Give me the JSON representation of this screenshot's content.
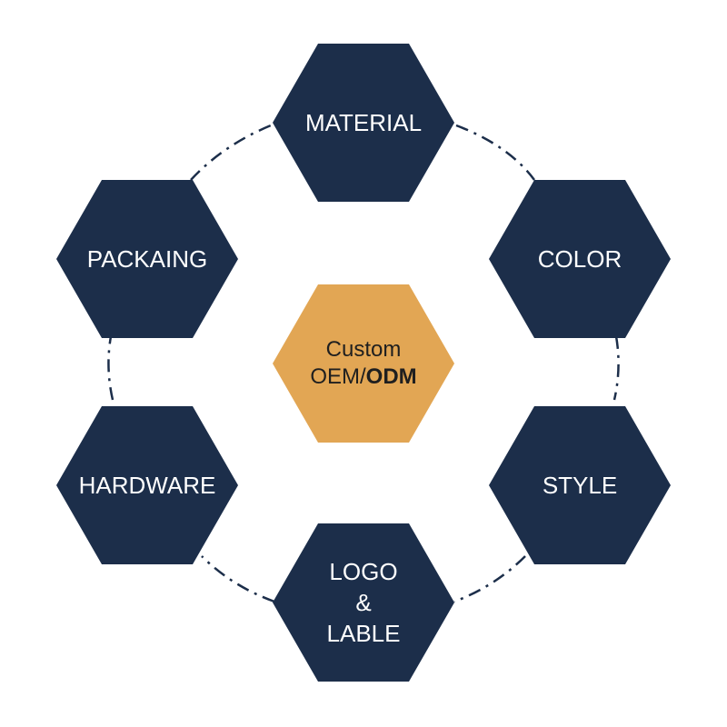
{
  "diagram": {
    "center": {
      "line1": "Custom",
      "line2_prefix": "OEM/",
      "line2_bold": "ODM"
    },
    "nodes": {
      "material": "MATERIAL",
      "color": "COLOR",
      "style": "STYLE",
      "logo": [
        "LOGO",
        "&",
        "LABLE"
      ],
      "hardware": "HARDWARE",
      "packaging": "PACKAING"
    },
    "colors": {
      "node_fill": "#1c2e4a",
      "center_fill": "#e2a654",
      "connector": "#1c2e4a",
      "node_text": "#ffffff",
      "center_text": "#1f1f1f"
    }
  }
}
